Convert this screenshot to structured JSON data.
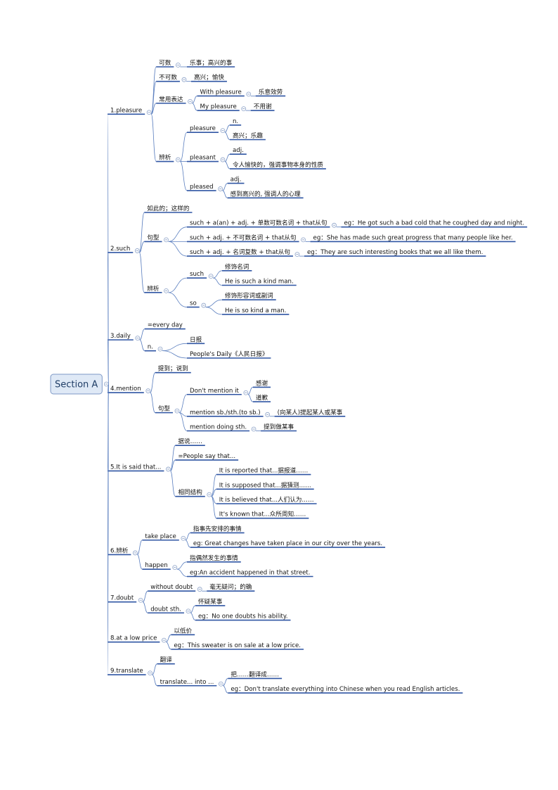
{
  "map": {
    "root": "Section A",
    "branches": [
      {
        "label": "1.pleasure",
        "children": [
          {
            "label": "可数",
            "children": [
              {
                "label": "乐事；高兴的事"
              }
            ]
          },
          {
            "label": "不可数",
            "children": [
              {
                "label": "高兴；愉快"
              }
            ]
          },
          {
            "label": "常用表达",
            "children": [
              {
                "label": "With pleasure",
                "children": [
                  {
                    "label": "乐意效劳"
                  }
                ]
              },
              {
                "label": "My pleasure",
                "children": [
                  {
                    "label": "不用谢"
                  }
                ]
              }
            ]
          },
          {
            "label": "辨析",
            "children": [
              {
                "label": "pleasure",
                "children": [
                  {
                    "label": "n."
                  },
                  {
                    "label": "高兴；乐趣"
                  }
                ]
              },
              {
                "label": "pleasant",
                "children": [
                  {
                    "label": "adj."
                  },
                  {
                    "label": "令人愉快的，强调事物本身的性质"
                  }
                ]
              },
              {
                "label": "pleased",
                "children": [
                  {
                    "label": "adj."
                  },
                  {
                    "label": "感到高兴的, 强调人的心理"
                  }
                ]
              }
            ]
          }
        ]
      },
      {
        "label": "2.such",
        "children": [
          {
            "label": "如此的；这样的"
          },
          {
            "label": "句型",
            "children": [
              {
                "label": "such + a(an) + adj. + 单数可数名词 + that从句",
                "children": [
                  {
                    "label": "eg：He got such a bad cold that he coughed day and night."
                  }
                ]
              },
              {
                "label": "such + adj. + 不可数名词 + that从句",
                "children": [
                  {
                    "label": "eg：She has made such great progress that many  people like her."
                  }
                ]
              },
              {
                "label": "such + adj. + 名词复数 + that从句",
                "children": [
                  {
                    "label": "eg：They are such interesting books that we all like them."
                  }
                ]
              }
            ]
          },
          {
            "label": "辨析",
            "children": [
              {
                "label": "such",
                "children": [
                  {
                    "label": "修饰名词"
                  },
                  {
                    "label": "He is such a kind man."
                  }
                ]
              },
              {
                "label": "so",
                "children": [
                  {
                    "label": "修饰形容词或副词"
                  },
                  {
                    "label": "He is so kind a man."
                  }
                ]
              }
            ]
          }
        ]
      },
      {
        "label": "3.daily",
        "children": [
          {
            "label": "=every day"
          },
          {
            "label": "n.",
            "children": [
              {
                "label": "日报"
              },
              {
                "label": "People's Daily《人民日报》"
              }
            ]
          }
        ]
      },
      {
        "label": "4.mention",
        "children": [
          {
            "label": "提到；说到"
          },
          {
            "label": "句型",
            "children": [
              {
                "label": "Don't mention it",
                "children": [
                  {
                    "label": "感谢"
                  },
                  {
                    "label": "道歉"
                  }
                ]
              },
              {
                "label": "mention sb./sth.(to sb.)",
                "children": [
                  {
                    "label": "(向某人)提起某人或某事"
                  }
                ]
              },
              {
                "label": "mention doing sth.",
                "children": [
                  {
                    "label": "提到做某事"
                  }
                ]
              }
            ]
          }
        ]
      },
      {
        "label": "5.It is said that...",
        "children": [
          {
            "label": "据说……"
          },
          {
            "label": "=People say that..."
          },
          {
            "label": "相同结构",
            "children": [
              {
                "label": "It is reported that...据报道……"
              },
              {
                "label": "It is supposed that...据猜测……"
              },
              {
                "label": "It is believed that...人们认为……"
              },
              {
                "label": "It's known that...众所周知……"
              }
            ]
          }
        ]
      },
      {
        "label": "6.辨析",
        "children": [
          {
            "label": "take place",
            "children": [
              {
                "label": "指事先安排的事情"
              },
              {
                "label": "eg: Great changes have taken place in our city over the years."
              }
            ]
          },
          {
            "label": "happen",
            "children": [
              {
                "label": "指偶然发生的事情"
              },
              {
                "label": "eg:An accident happened in that street."
              }
            ]
          }
        ]
      },
      {
        "label": "7.doubt",
        "children": [
          {
            "label": "without doubt",
            "children": [
              {
                "label": "毫无疑问；的确"
              }
            ]
          },
          {
            "label": "doubt sth.",
            "children": [
              {
                "label": "怀疑某事"
              },
              {
                "label": "eg：No one doubts his ability."
              }
            ]
          }
        ]
      },
      {
        "label": "8.at a low price",
        "children": [
          {
            "label": "以低价"
          },
          {
            "label": "eg：This sweater is on sale at a low price."
          }
        ]
      },
      {
        "label": "9.translate",
        "children": [
          {
            "label": "翻译"
          },
          {
            "label": "translate... into ...",
            "children": [
              {
                "label": "把……翻译成……"
              },
              {
                "label": "eg：Don't translate everything into Chinese  when you read English articles."
              }
            ]
          }
        ]
      }
    ]
  },
  "colors": {
    "line": "#2f55a3",
    "connector": "#5b7fbf",
    "root_fill": "#dfe9f6",
    "root_border": "#7d98c6"
  }
}
